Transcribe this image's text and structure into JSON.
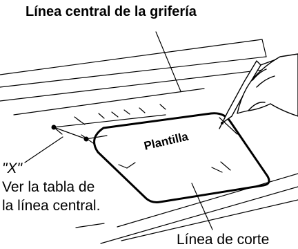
{
  "labels": {
    "title": "Línea central de la grifería",
    "x_mark": "\"X\"",
    "note_line1": "Ver la tabla de",
    "note_line2": "la línea central.",
    "cut_line": "Línea de corte",
    "template": "Plantilla"
  }
}
